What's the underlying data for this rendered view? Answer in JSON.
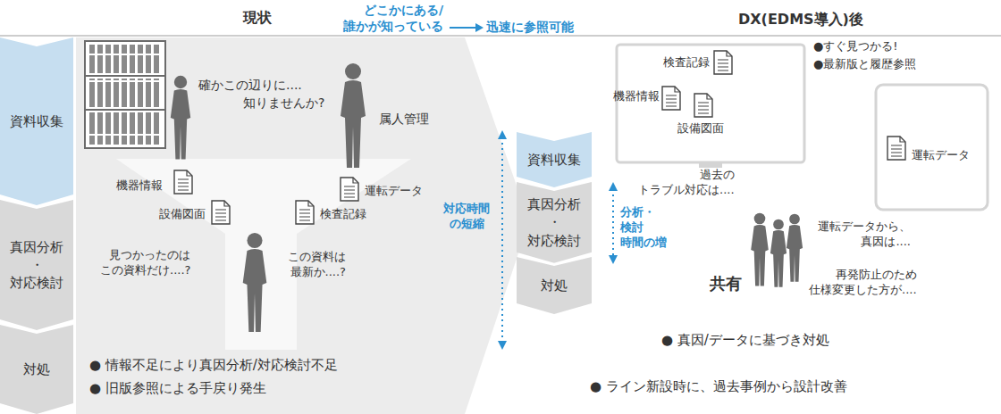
{
  "diagram": {
    "nodes": [
      {
        "text": [
          "資料収集"
        ]
      },
      {
        "text": [
          "真因分析 ・ 対応検討"
        ]
      },
      {
        "text": [
          "対処"
        ]
      },
      {
        "text": [
          "資料収集"
        ]
      },
      {
        "text": [
          "真因分析 ・ 対応検討"
        ]
      },
      {
        "text": [
          "対処"
        ]
      }
    ],
    "labels": [
      "現状",
      "どこかにある/ 誰かが知っている",
      "迅速に参照可能",
      "DX(EDMS導入)後",
      "確かこの辺りに....",
      "知りませんか?",
      "属人管理",
      "機器情報",
      "設備図面",
      "運転データ",
      "検査記録",
      "見つかったのは この資料だけ....?",
      "この資料は 最新か....?",
      "● 情報不足により真因分析/対応検討不足",
      "● 旧版参照による手戻り発生",
      "対応時間 の短縮",
      "●すぐ見つかる!",
      "●最新版と履歴参照",
      "機器情報",
      "検査記録",
      "設備図面",
      "運転データ",
      "過去の トラブル対応は....",
      "分析・検討 時間の増",
      "運転データから、 真因は....",
      "共有",
      "再発防止のため 仕様変更した方が....",
      "● 真因/データに基づき対処",
      "● ライン新設時に、過去事例から設計改善"
    ]
  }
}
